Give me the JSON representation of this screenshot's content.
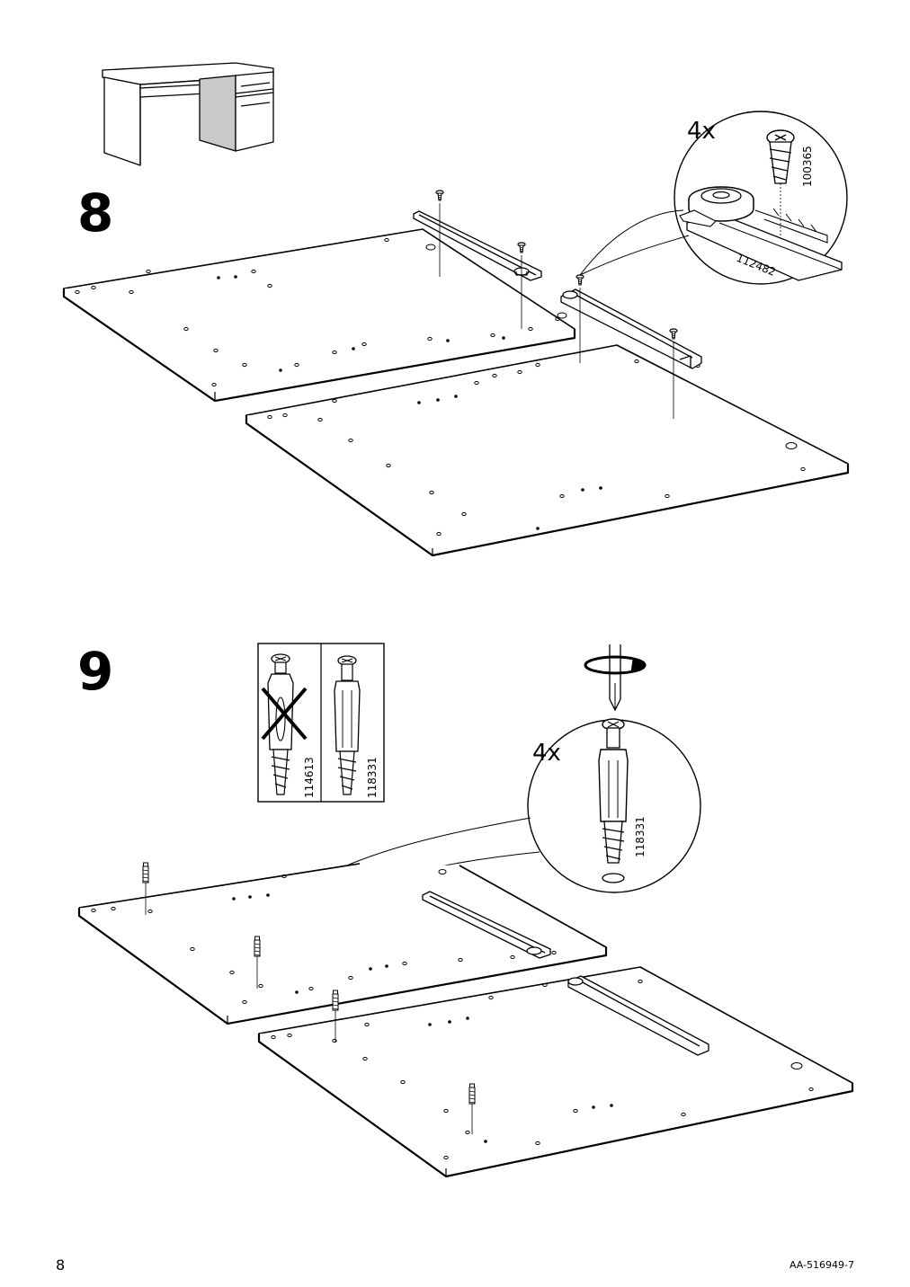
{
  "steps": [
    {
      "number": "8",
      "callout": {
        "quantity": "4x",
        "part_screw": "100365",
        "part_rail": "112482"
      }
    },
    {
      "number": "9",
      "compare": {
        "wrong_part": "114613",
        "right_part": "118331"
      },
      "callout": {
        "quantity": "4x",
        "part_dowel": "118331"
      }
    }
  ],
  "footer": {
    "page_number": "8",
    "document_code": "AA-516949-7"
  }
}
